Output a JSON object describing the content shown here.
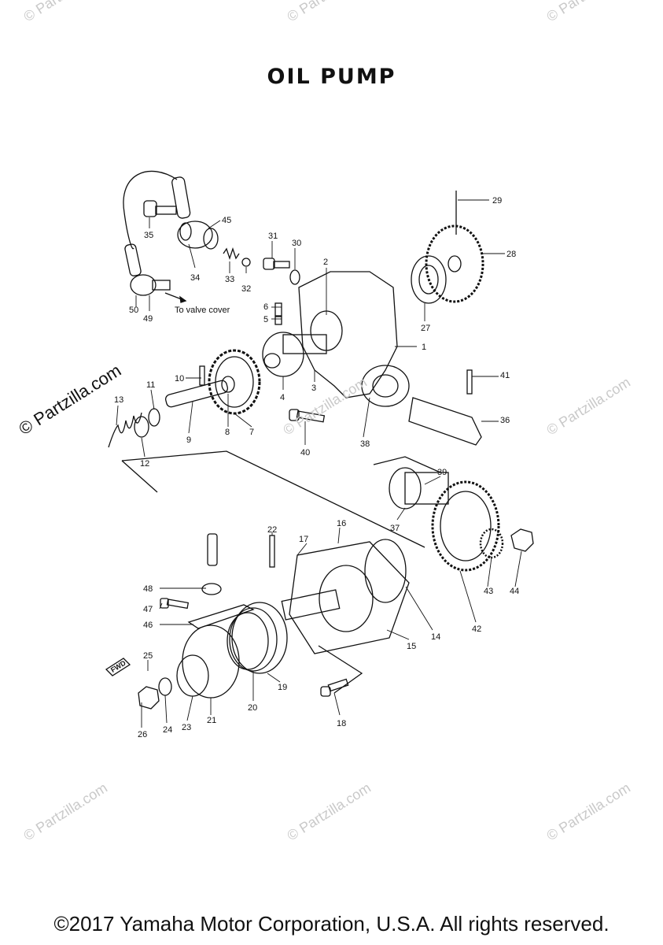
{
  "title": "OIL PUMP",
  "copyright": "©2017 Yamaha Motor Corporation, U.S.A. All rights reserved.",
  "note_valve_cover": "To valve cover",
  "fwd_mark": "FWD",
  "watermark": "© Partzilla.com",
  "part_labels": [
    "1",
    "2",
    "3",
    "4",
    "5",
    "6",
    "7",
    "8",
    "9",
    "10",
    "11",
    "12",
    "13",
    "14",
    "15",
    "16",
    "17",
    "18",
    "19",
    "20",
    "21",
    "22",
    "23",
    "24",
    "25",
    "26",
    "27",
    "28",
    "29",
    "30",
    "31",
    "32",
    "33",
    "34",
    "35",
    "36",
    "37",
    "38",
    "39",
    "40",
    "41",
    "42",
    "43",
    "44",
    "45",
    "46",
    "47",
    "48",
    "49",
    "50"
  ]
}
